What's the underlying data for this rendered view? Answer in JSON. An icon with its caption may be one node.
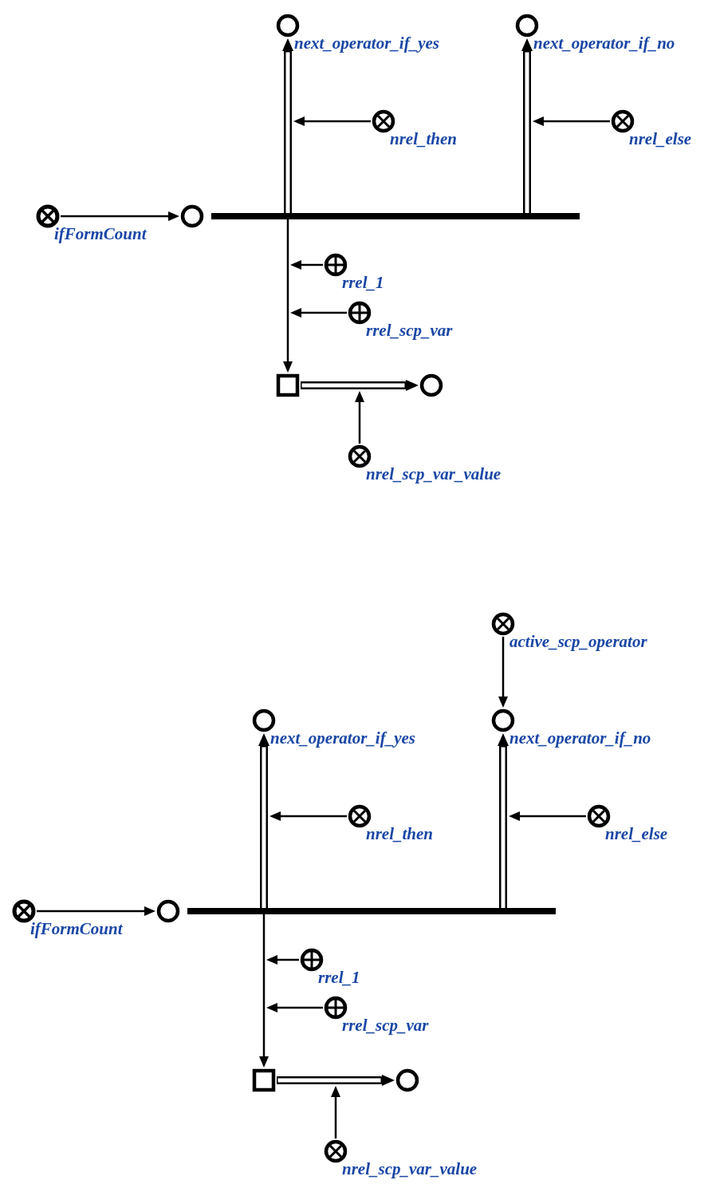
{
  "diagram": {
    "nodes": [
      {
        "text": [
          "next_operator_if_yes"
        ]
      },
      {
        "text": [
          "next_operator_if_no"
        ]
      },
      {
        "text": [
          "nrel_then"
        ]
      },
      {
        "text": [
          "nrel_else"
        ]
      },
      {
        "text": [
          "ifFormCount"
        ]
      },
      {
        "text": [],
        "shape": "circle"
      },
      {
        "text": [],
        "shape": "bar"
      },
      {
        "text": [
          "rrel_1"
        ]
      },
      {
        "text": [
          "rrel_scp_var"
        ]
      },
      {
        "text": [],
        "shape": "box"
      },
      {
        "text": [],
        "shape": "circle"
      },
      {
        "text": [
          "nrel_scp_var_value"
        ]
      },
      {
        "text": [
          "active_scp_operator"
        ]
      },
      {
        "text": [
          "next_operator_if_yes"
        ]
      },
      {
        "text": [
          "next_operator_if_no"
        ]
      },
      {
        "text": [
          "nrel_then"
        ]
      },
      {
        "text": [
          "nrel_else"
        ]
      },
      {
        "text": [
          "ifFormCount"
        ]
      },
      {
        "text": [],
        "shape": "circle"
      },
      {
        "text": [],
        "shape": "bar"
      },
      {
        "text": [
          "rrel_1"
        ]
      },
      {
        "text": [
          "rrel_scp_var"
        ]
      },
      {
        "text": [],
        "shape": "box"
      },
      {
        "text": [],
        "shape": "circle"
      },
      {
        "text": [
          "nrel_scp_var_value"
        ]
      }
    ],
    "edges": [
      {
        "from": 6,
        "to": 0,
        "arrow": "to",
        "style": "thick"
      },
      {
        "from": 6,
        "to": 1,
        "arrow": "to",
        "style": "thick"
      },
      {
        "from": 2,
        "to": null,
        "arrow": "to"
      },
      {
        "from": 3,
        "to": null,
        "arrow": "to"
      },
      {
        "from": 4,
        "to": 5,
        "arrow": "to"
      },
      {
        "from": 6,
        "to": 9,
        "arrow": "to"
      },
      {
        "from": 7,
        "to": null,
        "arrow": "to"
      },
      {
        "from": 8,
        "to": null,
        "arrow": "to"
      },
      {
        "from": 9,
        "to": 10,
        "arrow": "to",
        "style": "thick"
      },
      {
        "from": 11,
        "to": null,
        "arrow": "to"
      },
      {
        "from": 12,
        "to": 14,
        "arrow": "to"
      },
      {
        "from": 19,
        "to": 13,
        "arrow": "to",
        "style": "thick"
      },
      {
        "from": 19,
        "to": 14,
        "arrow": "to",
        "style": "thick"
      },
      {
        "from": 15,
        "to": null,
        "arrow": "to"
      },
      {
        "from": 16,
        "to": null,
        "arrow": "to"
      },
      {
        "from": 17,
        "to": 18,
        "arrow": "to"
      },
      {
        "from": 19,
        "to": 22,
        "arrow": "to"
      },
      {
        "from": 20,
        "to": null,
        "arrow": "to"
      },
      {
        "from": 21,
        "to": null,
        "arrow": "to"
      },
      {
        "from": 22,
        "to": 23,
        "arrow": "to",
        "style": "thick"
      },
      {
        "from": 24,
        "to": null,
        "arrow": "to"
      }
    ]
  }
}
